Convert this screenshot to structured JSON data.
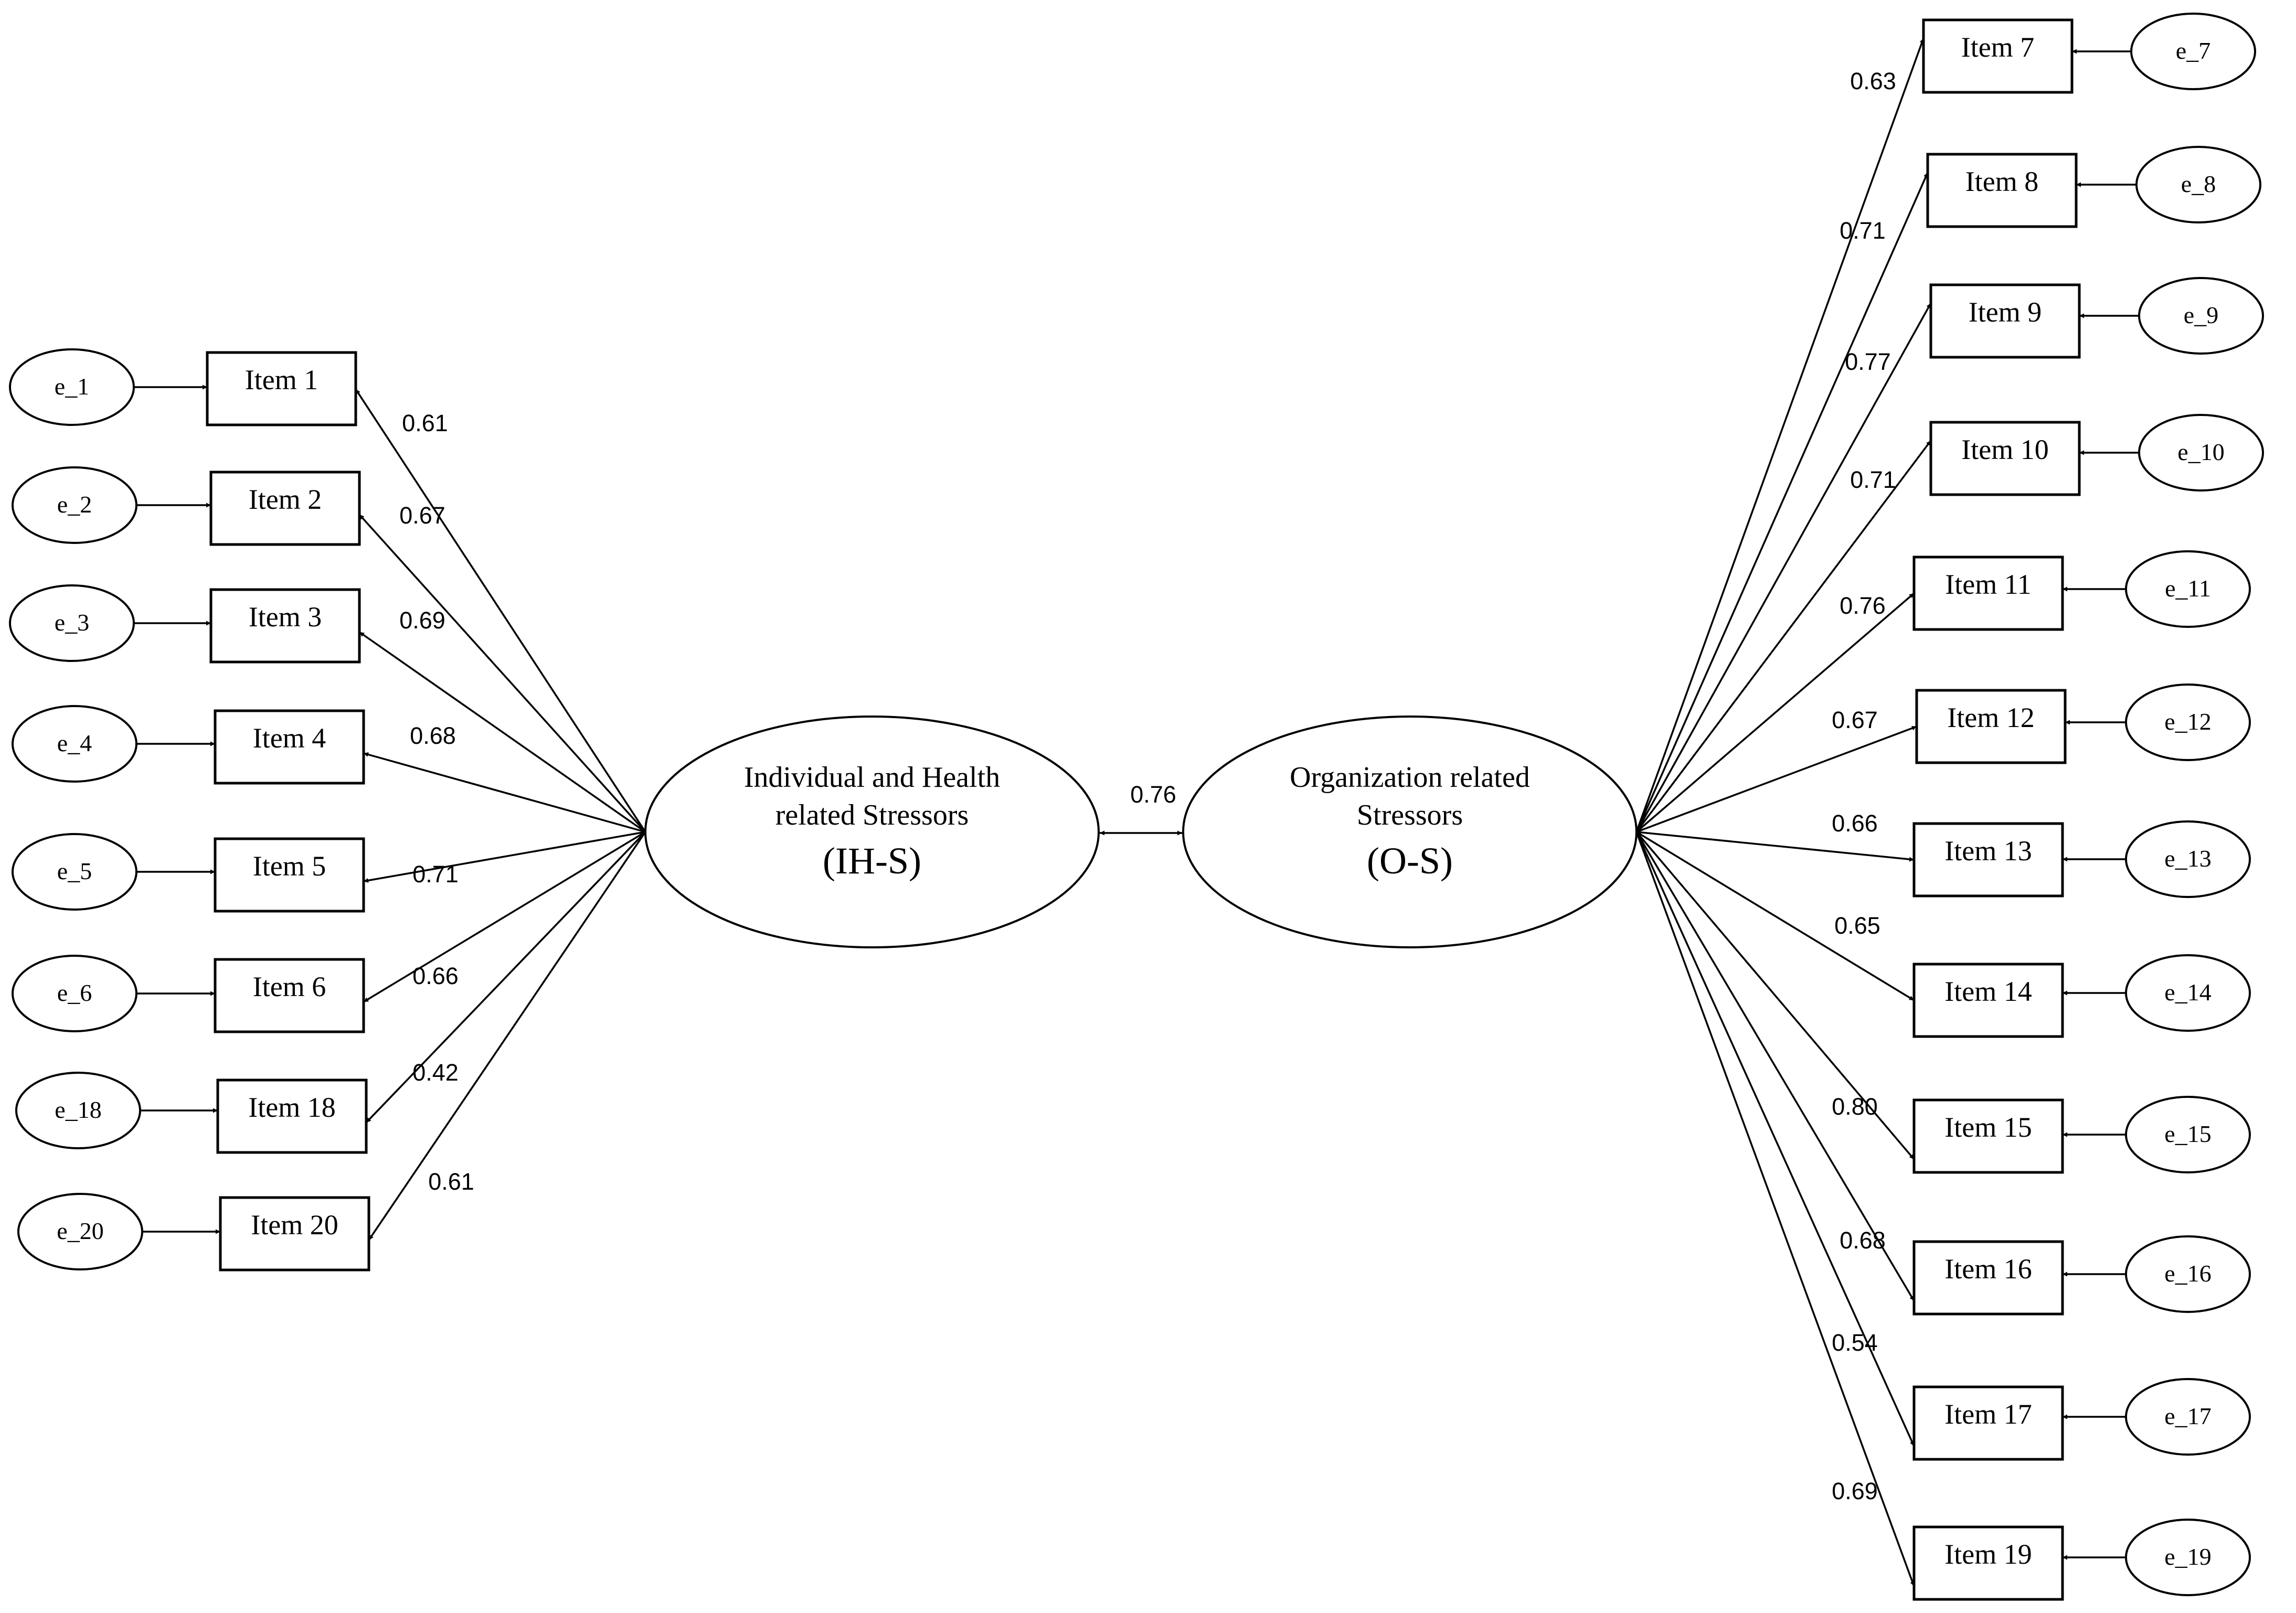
{
  "latents": [
    {
      "id": "IH",
      "line1": "Individual and Health",
      "line2": "related Stressors",
      "abbr": "(IH-S)"
    },
    {
      "id": "OS",
      "line1": "Organization related",
      "line2": "Stressors",
      "abbr": "(O-S)"
    }
  ],
  "correlation": {
    "value": "0.76"
  },
  "left_items": [
    {
      "item": "Item 1",
      "error": "e_1",
      "loading": "0.61"
    },
    {
      "item": "Item 2",
      "error": "e_2",
      "loading": "0.67"
    },
    {
      "item": "Item 3",
      "error": "e_3",
      "loading": "0.69"
    },
    {
      "item": "Item 4",
      "error": "e_4",
      "loading": "0.68"
    },
    {
      "item": "Item 5",
      "error": "e_5",
      "loading": "0.71"
    },
    {
      "item": "Item 6",
      "error": "e_6",
      "loading": "0.66"
    },
    {
      "item": "Item 18",
      "error": "e_18",
      "loading": "0.42"
    },
    {
      "item": "Item 20",
      "error": "e_20",
      "loading": "0.61"
    }
  ],
  "right_items": [
    {
      "item": "Item 7",
      "error": "e_7",
      "loading": "0.63"
    },
    {
      "item": "Item 8",
      "error": "e_8",
      "loading": "0.71"
    },
    {
      "item": "Item 9",
      "error": "e_9",
      "loading": "0.77"
    },
    {
      "item": "Item 10",
      "error": "e_10",
      "loading": "0.71"
    },
    {
      "item": "Item 11",
      "error": "e_11",
      "loading": "0.76"
    },
    {
      "item": "Item 12",
      "error": "e_12",
      "loading": "0.67"
    },
    {
      "item": "Item 13",
      "error": "e_13",
      "loading": "0.66"
    },
    {
      "item": "Item 14",
      "error": "e_14",
      "loading": "0.65"
    },
    {
      "item": "Item 15",
      "error": "e_15",
      "loading": "0.80"
    },
    {
      "item": "Item 16",
      "error": "e_16",
      "loading": "0.68"
    },
    {
      "item": "Item 17",
      "error": "e_17",
      "loading": "0.54"
    },
    {
      "item": "Item 19",
      "error": "e_19",
      "loading": "0.69"
    }
  ]
}
